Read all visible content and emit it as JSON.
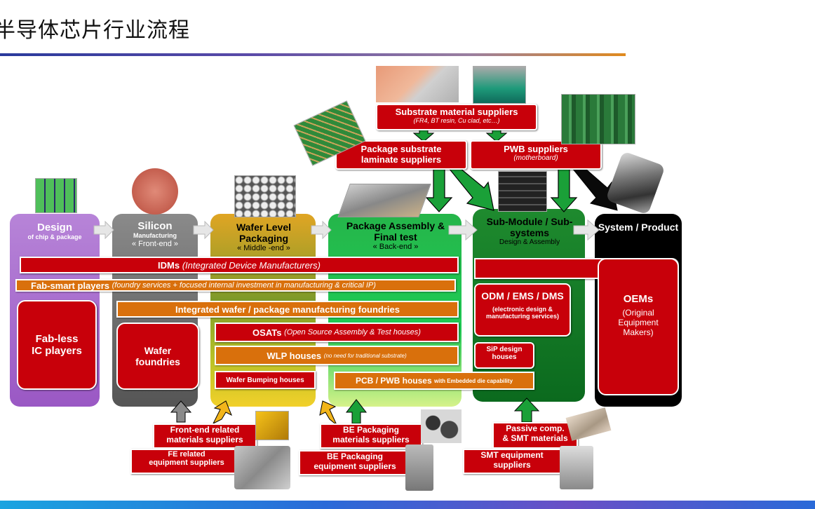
{
  "title": "半导体芯片行业流程",
  "columns": {
    "design": {
      "title": "Design",
      "sub": "of chip & package"
    },
    "silicon": {
      "title": "Silicon",
      "sub": "Manufacturing",
      "sub2": "« Front-end »"
    },
    "wlp": {
      "title": "Wafer Level Packaging",
      "sub": "« Middle -end »"
    },
    "assembly": {
      "title": "Package Assembly & Final test",
      "sub": "« Back-end »"
    },
    "submodule": {
      "title": "Sub-Module / Sub-systems",
      "sub": "Design & Assembly"
    },
    "system": {
      "title": "System / Product"
    }
  },
  "top_suppliers": {
    "substrate_material": {
      "title": "Substrate material suppliers",
      "sub": "(FR4, BT resin, Cu clad, etc…)"
    },
    "package_substrate": {
      "line1": "Package substrate",
      "line2": "laminate suppliers"
    },
    "pwb": {
      "title": "PWB suppliers",
      "sub": "(motherboard)"
    }
  },
  "bars": {
    "idm": {
      "main": "IDMs",
      "detail": "(Integrated Device Manufacturers)"
    },
    "fabsmart": {
      "main": "Fab-smart players",
      "detail": "(foundry services + focused internal investment in manufacturing & critical IP)"
    },
    "integrated": {
      "main": "Integrated wafer / package manufacturing foundries"
    },
    "osat": {
      "main": "OSATs",
      "detail": "(Open Source Assembly & Test houses)"
    },
    "wlp_houses": {
      "main": "WLP houses",
      "detail": "(no need for traditional substrate)"
    },
    "bumping": {
      "main": "Wafer Bumping houses"
    },
    "pcb": {
      "main": "PCB / PWB houses",
      "detail": "with Embedded die capability"
    }
  },
  "boxes": {
    "fabless": {
      "line1": "Fab-less",
      "line2": "IC players"
    },
    "foundries": {
      "line1": "Wafer",
      "line2": "foundries"
    },
    "odm": {
      "title": "ODM / EMS / DMS",
      "sub": "(electronic design & manufacturing services)"
    },
    "sip": {
      "line1": "SiP design",
      "line2": "houses"
    },
    "oems": {
      "title": "OEMs",
      "sub": "(Original Equipment Makers)"
    }
  },
  "bottom_suppliers": {
    "fe_materials": {
      "line1": "Front-end related",
      "line2": "materials suppliers"
    },
    "fe_equipment": {
      "line1": "FE related",
      "line2": "equipment suppliers"
    },
    "be_materials": {
      "line1": "BE Packaging",
      "line2": "materials suppliers"
    },
    "be_equipment": {
      "line1": "BE Packaging",
      "line2": "equipment suppliers"
    },
    "passive": {
      "line1": "Passive comp.",
      "line2": "& SMT materials"
    },
    "smt_equipment": {
      "line1": "SMT equipment",
      "line2": "suppliers"
    }
  },
  "colors": {
    "red": "#c8000a",
    "orange": "#d9700c",
    "purple": "#a564c8",
    "gray": "#6e6e6e",
    "green": "#18a23a",
    "darkgreen": "#0f7a25",
    "black": "#000000"
  }
}
